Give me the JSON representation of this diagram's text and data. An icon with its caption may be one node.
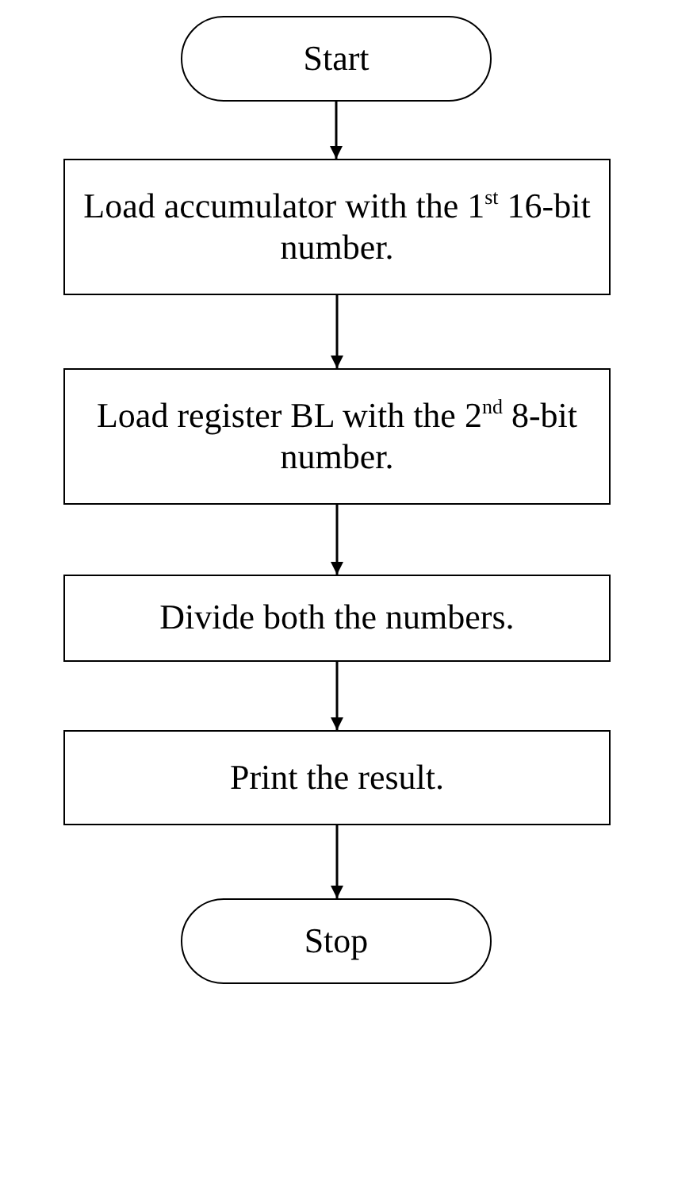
{
  "diagram": {
    "nodes": [
      {
        "text": [
          "Start"
        ]
      },
      {
        "text": [
          "Load accumulator with the 1$^{st}$ 16-bit number."
        ]
      },
      {
        "text": [
          "Load register BL with the 2$^{nd}$ 8-bit number."
        ]
      },
      {
        "text": [
          "Divide both the numbers."
        ]
      },
      {
        "text": [
          "Print the result."
        ]
      },
      {
        "text": [
          "Stop"
        ]
      }
    ],
    "edges": [
      {
        "from": 0,
        "to": 1,
        "arrow": "to"
      },
      {
        "from": 1,
        "to": 2,
        "arrow": "to"
      },
      {
        "from": 2,
        "to": 3,
        "arrow": "to"
      },
      {
        "from": 3,
        "to": 4,
        "arrow": "to"
      },
      {
        "from": 4,
        "to": 5,
        "arrow": "to"
      }
    ]
  }
}
